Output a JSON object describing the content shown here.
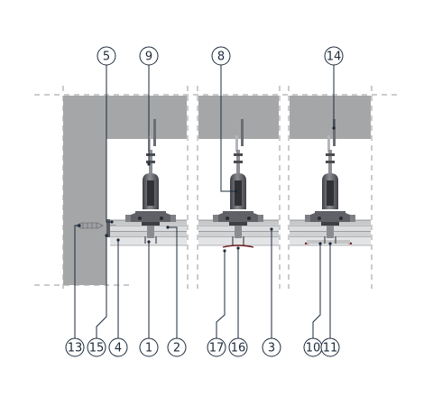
{
  "diagram": {
    "callouts": [
      {
        "id": "c5",
        "label": "5"
      },
      {
        "id": "c9",
        "label": "9"
      },
      {
        "id": "c8",
        "label": "8"
      },
      {
        "id": "c14",
        "label": "14"
      },
      {
        "id": "c13",
        "label": "13"
      },
      {
        "id": "c15",
        "label": "15"
      },
      {
        "id": "c4",
        "label": "4"
      },
      {
        "id": "c1",
        "label": "1"
      },
      {
        "id": "c2",
        "label": "2"
      },
      {
        "id": "c17",
        "label": "17"
      },
      {
        "id": "c16",
        "label": "16"
      },
      {
        "id": "c3",
        "label": "3"
      },
      {
        "id": "c10",
        "label": "10"
      },
      {
        "id": "c11",
        "label": "11"
      }
    ],
    "colors": {
      "concrete": "#a5a6a8",
      "concrete_dark": "#8e8f91",
      "board": "#d4d5d7",
      "hanger": "#4a4c50",
      "line": "#1c2a3a",
      "dash": "#9a9a9a"
    }
  }
}
